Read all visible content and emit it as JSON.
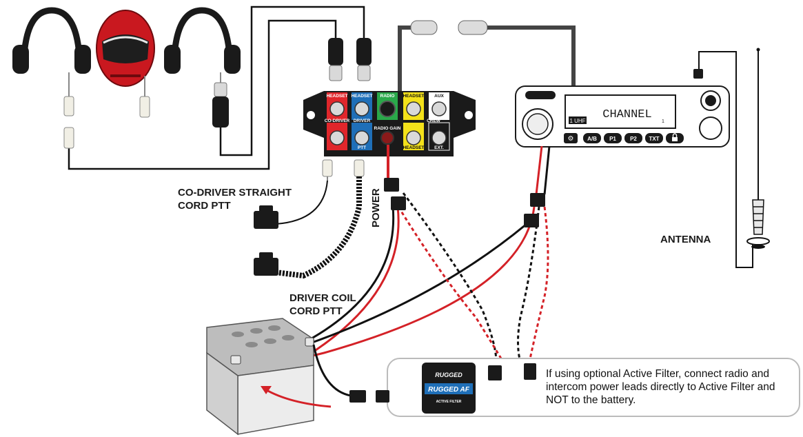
{
  "labels": {
    "codriver_ptt": [
      "CO-DRIVER STRAIGHT",
      "CORD PTT"
    ],
    "driver_ptt": [
      "DRIVER COIL",
      "CORD PTT"
    ],
    "power": "POWER",
    "antenna": "ANTENNA"
  },
  "intercom": {
    "ports_top": [
      "HEADSET",
      "HEADSET",
      "RADIO",
      "HEADSET",
      "AUX"
    ],
    "ports_mid": [
      "CO-DRIVER",
      "DRIVER",
      "CREW"
    ],
    "ports_bottom": [
      "PTT",
      "RADIO GAIN",
      "HEADSET",
      "EXT."
    ]
  },
  "radio": {
    "display_text": "CHANNEL",
    "display_sub": "1 UHF",
    "display_num": "1",
    "buttons": [
      "A/B",
      "P1",
      "P2",
      "TXT"
    ]
  },
  "filter": {
    "brand": "RUGGED",
    "name": "RUGGED AF",
    "subtitle": "ACTIVE FILTER",
    "note": "If using optional Active Filter, connect radio and intercom power leads directly to Active Filter and NOT to the battery."
  },
  "colors": {
    "red_wire": "#d42127",
    "black_wire": "#111111",
    "headset_red": "#e0262b",
    "headset_blue": "#1f6fb8",
    "radio_green": "#2aa84a",
    "crew_yellow": "#f3e11a"
  }
}
